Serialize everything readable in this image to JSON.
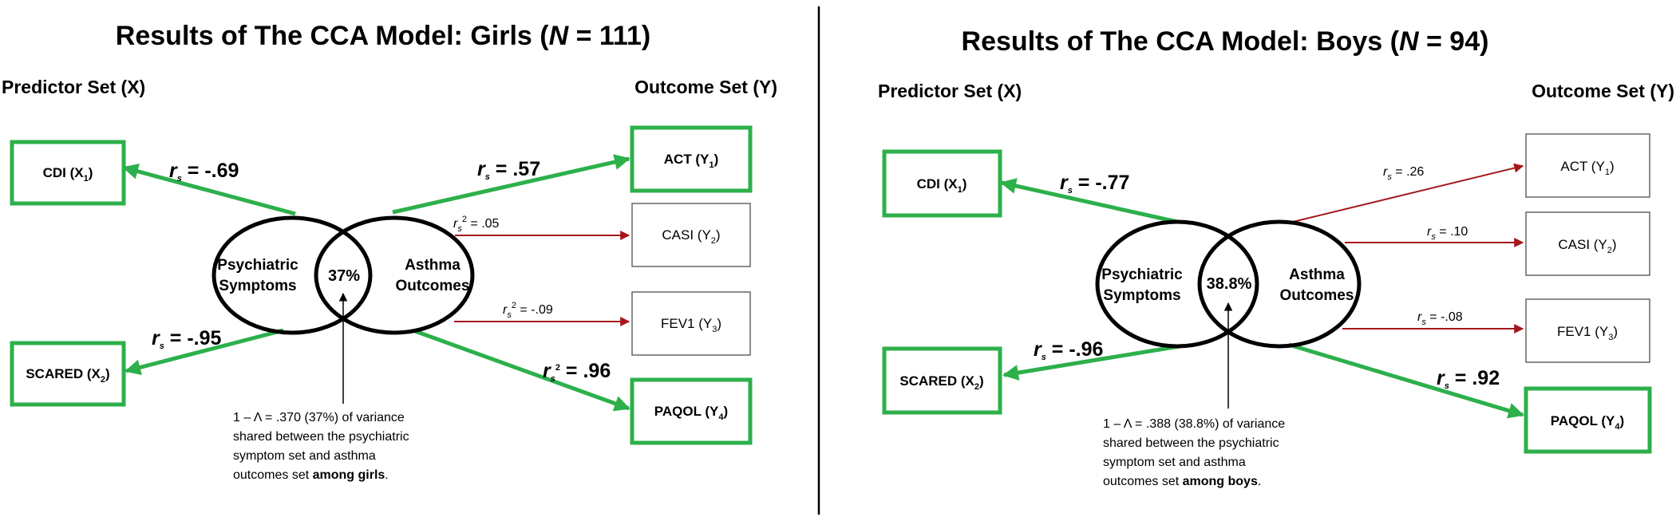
{
  "colors": {
    "strong": "#2db04b",
    "weak": "#a3161a",
    "ink": "#000000",
    "box_border": "#666666"
  },
  "panels": [
    {
      "title_pre": "Results of The CCA Model: Girls (",
      "title_italic": "N",
      "title_post": " = 111)",
      "predictor_label": "Predictor Set (X)",
      "outcome_label": "Outcome Set (Y)",
      "ellipse_left": [
        "Psychiatric",
        "Symptoms"
      ],
      "ellipse_right": [
        "Asthma",
        "Outcomes"
      ],
      "overlap": "37%",
      "predictors": [
        {
          "name": "CDI (X",
          "sub": "1",
          "close": ")",
          "strong": true,
          "coef_pre": "r",
          "coef_sub": "s",
          "coef_sup": "",
          "coef_val": " = -.69"
        },
        {
          "name": "SCARED (X",
          "sub": "2",
          "close": ")",
          "strong": true,
          "coef_pre": "r",
          "coef_sub": "s",
          "coef_sup": "",
          "coef_val": " = -.95"
        }
      ],
      "outcomes": [
        {
          "name": "ACT (Y",
          "sub": "1",
          "close": ")",
          "strong": true,
          "coef_pre": "r",
          "coef_sub": "s",
          "coef_sup": "",
          "coef_val": " = .57"
        },
        {
          "name": "CASI (Y",
          "sub": "2",
          "close": ")",
          "strong": false,
          "coef_pre": "r",
          "coef_sub": "s",
          "coef_sup": "2",
          "coef_val": " = .05"
        },
        {
          "name": "FEV1 (Y",
          "sub": "3",
          "close": ")",
          "strong": false,
          "coef_pre": "r",
          "coef_sub": "s",
          "coef_sup": "2",
          "coef_val": " = -.09"
        },
        {
          "name": "PAQOL (Y",
          "sub": "4",
          "close": ")",
          "strong": true,
          "coef_pre": "r",
          "coef_sub": "s",
          "coef_sup": "2",
          "coef_val": " = .96"
        }
      ],
      "note_lines": [
        "1 – Λ = .370 (37%) of variance",
        "shared between the psychiatric",
        "symptom set and asthma"
      ],
      "note_last_pre": "outcomes set ",
      "note_last_bold": "among girls",
      "note_last_post": "."
    },
    {
      "title_pre": "Results of The CCA Model: Boys (",
      "title_italic": "N",
      "title_post": " = 94)",
      "predictor_label": "Predictor Set (X)",
      "outcome_label": "Outcome Set (Y)",
      "ellipse_left": [
        "Psychiatric",
        "Symptoms"
      ],
      "ellipse_right": [
        "Asthma",
        "Outcomes"
      ],
      "overlap": "38.8%",
      "predictors": [
        {
          "name": "CDI (X",
          "sub": "1",
          "close": ")",
          "strong": true,
          "coef_pre": "r",
          "coef_sub": "s",
          "coef_sup": "",
          "coef_val": " = -.77"
        },
        {
          "name": "SCARED (X",
          "sub": "2",
          "close": ")",
          "strong": true,
          "coef_pre": "r",
          "coef_sub": "s",
          "coef_sup": "",
          "coef_val": " = -.96"
        }
      ],
      "outcomes": [
        {
          "name": "ACT (Y",
          "sub": "1",
          "close": ")",
          "strong": false,
          "coef_pre": "r",
          "coef_sub": "s",
          "coef_sup": "",
          "coef_val": " = .26"
        },
        {
          "name": "CASI (Y",
          "sub": "2",
          "close": ")",
          "strong": false,
          "coef_pre": "r",
          "coef_sub": "s",
          "coef_sup": "",
          "coef_val": " = .10"
        },
        {
          "name": "FEV1 (Y",
          "sub": "3",
          "close": ")",
          "strong": false,
          "coef_pre": "r",
          "coef_sub": "s",
          "coef_sup": "",
          "coef_val": " = -.08"
        },
        {
          "name": "PAQOL (Y",
          "sub": "4",
          "close": ")",
          "strong": true,
          "coef_pre": "r",
          "coef_sub": "s",
          "coef_sup": "",
          "coef_val": " = .92"
        }
      ],
      "note_lines": [
        "1 – Λ = .388 (38.8%) of variance",
        "shared between the psychiatric",
        "symptom set and asthma"
      ],
      "note_last_pre": "outcomes set ",
      "note_last_bold": "among boys",
      "note_last_post": "."
    }
  ]
}
